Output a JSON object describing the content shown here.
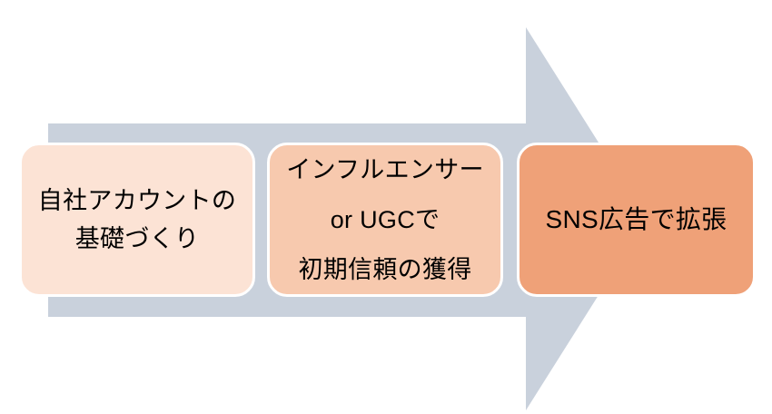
{
  "diagram": {
    "type": "process-arrow",
    "direction": "left-to-right",
    "arrow": {
      "name": "right-arrow-shape",
      "fill_color": "#C9D1DC"
    },
    "canvas": {
      "background_color": "#FFFFFF"
    },
    "steps": [
      {
        "index": 1,
        "fill_color": "#FCE3D5",
        "border_color": "#FFFFFF",
        "text_color": "#000000",
        "lines": [
          "自社アカウントの",
          "基礎づくり"
        ]
      },
      {
        "index": 2,
        "fill_color": "#F7C9AE",
        "border_color": "#FFFFFF",
        "text_color": "#000000",
        "lines": [
          "インフルエンサー",
          "or UGCで",
          "初期信頼の獲得"
        ]
      },
      {
        "index": 3,
        "fill_color": "#EFA178",
        "border_color": "#FFFFFF",
        "text_color": "#000000",
        "lines": [
          "SNS広告で拡張"
        ]
      }
    ]
  }
}
